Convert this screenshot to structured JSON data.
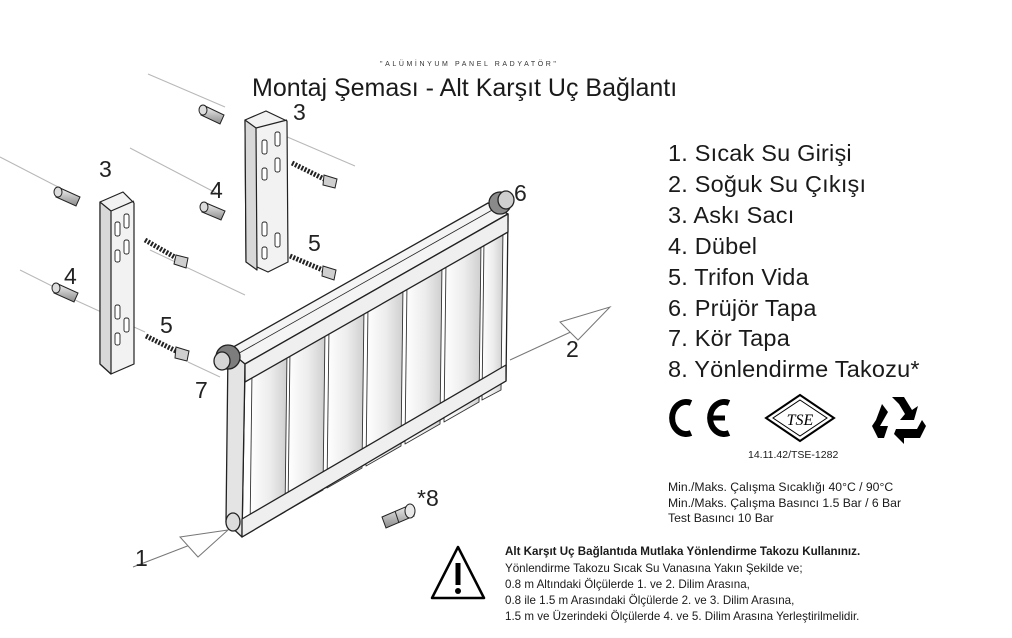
{
  "brand": "\"ALÜMİNYUM PANEL RADYATÖR\"",
  "title": "Montaj Şeması - Alt Karşıt Uç Bağlantı",
  "legend": [
    "1. Sıcak Su Girişi",
    "2. Soğuk Su Çıkışı",
    "3. Askı Sacı",
    "4. Dübel",
    "5. Trifon Vida",
    "6. Prüjör Tapa",
    "7. Kör Tapa",
    "8. Yönlendirme Takozu*"
  ],
  "callouts": {
    "inlet": "1",
    "outlet": "2",
    "bracket_left": "3",
    "bracket_right": "3",
    "dowel_left": "4",
    "dowel_right": "4",
    "screw_left": "5",
    "screw_right": "5",
    "bleed_plug": "6",
    "blind_plug": "7",
    "guide_block": "*8"
  },
  "marks": {
    "ce": "CE",
    "tse": "TSE",
    "tse_code": "14.11.42/TSE-1282"
  },
  "specs": [
    "Min./Maks. Çalışma Sıcaklığı 40°C / 90°C",
    "Min./Maks. Çalışma Basıncı 1.5 Bar / 6 Bar",
    "Test Basıncı 10 Bar"
  ],
  "warning": {
    "title": "Alt Karşıt Uç Bağlantıda Mutlaka Yönlendirme Takozu Kullanınız.",
    "lines": [
      "Yönlendirme Takozu Sıcak Su Vanasına Yakın Şekilde ve;",
      "0.8 m Altındaki Ölçülerde 1. ve 2. Dilim Arasına,",
      "0.8 ile 1.5 m Arasındaki Ölçülerde 2. ve 3. Dilim Arasına,",
      "1.5 m ve Üzerindeki Ölçülerde 4. ve 5. Dilim Arasına Yerleştirilmelidir."
    ]
  },
  "colors": {
    "line": "#222222",
    "fin_light": "#e9e9e9",
    "fin_dark": "#cfcfcf",
    "guide": "#b8b8b8"
  }
}
